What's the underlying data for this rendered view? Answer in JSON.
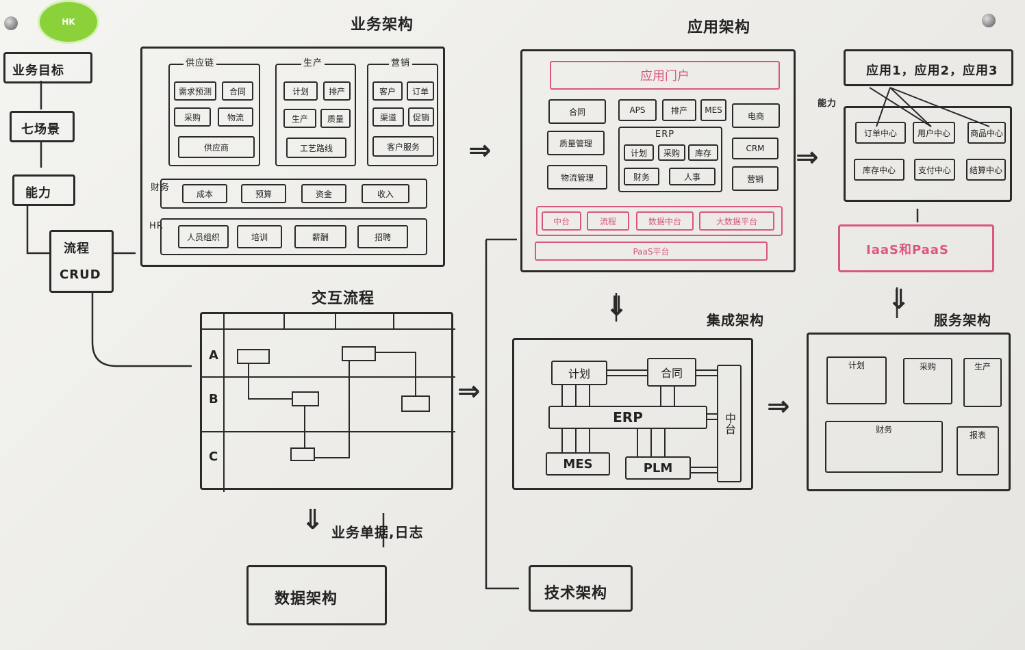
{
  "logo": {
    "text": "HK"
  },
  "left_flow": {
    "step1": "业务目标",
    "step2": "七场景",
    "step3": "能力",
    "step4_line1": "流程",
    "step4_line2": "CRUD"
  },
  "business_arch": {
    "title": "业务架构",
    "group1": {
      "label": "供应链",
      "cells": [
        "需求预测",
        "合同",
        "采购",
        "物流",
        "供应商"
      ]
    },
    "group2": {
      "label": "生产",
      "cells": [
        "计划",
        "排产",
        "生产",
        "质量",
        "工艺路线"
      ]
    },
    "group3": {
      "label": "营销",
      "cells": [
        "客户",
        "订单",
        "渠道",
        "促销",
        "客户服务"
      ]
    },
    "finance": {
      "label": "财务",
      "cells": [
        "成本",
        "预算",
        "资金",
        "收入"
      ]
    },
    "hr": {
      "label": "HR",
      "cells": [
        "人员组织",
        "培训",
        "薪酬",
        "招聘"
      ]
    }
  },
  "interaction": {
    "title": "交互流程",
    "rows": [
      "A",
      "B",
      "C"
    ]
  },
  "app_arch": {
    "title": "应用架构",
    "portal": "应用门户",
    "left_cells": [
      "合同",
      "质量管理",
      "物流管理"
    ],
    "top_cells": [
      "APS",
      "排产",
      "MES"
    ],
    "right_cells": [
      "电商",
      "CRM",
      "营销"
    ],
    "erp": {
      "label": "ERP",
      "cells": [
        "计划",
        "采购",
        "库存",
        "财务",
        "人事"
      ]
    },
    "platform_cells": [
      "中台",
      "流程",
      "数据中台",
      "大数据平台"
    ],
    "paas": "PaaS平台"
  },
  "capability": {
    "apps": "应用1，应用2，应用3",
    "label": "能力",
    "cells": [
      "订单中心",
      "用户中心",
      "商品中心",
      "库存中心",
      "支付中心",
      "结算中心"
    ],
    "infra": "IaaS和PaaS"
  },
  "integration": {
    "title": "集成架构",
    "plan": "计划",
    "contract": "合同",
    "erp": "ERP",
    "mes": "MES",
    "plm": "PLM",
    "side": "中台"
  },
  "service_arch": {
    "title": "服务架构",
    "cells": [
      "计划",
      "采购",
      "生产",
      "财务",
      "报表"
    ]
  },
  "business_data": {
    "note": "业务单据,日志"
  },
  "data_arch": {
    "label": "数据架构"
  },
  "tech_arch": {
    "label": "技术架构"
  }
}
